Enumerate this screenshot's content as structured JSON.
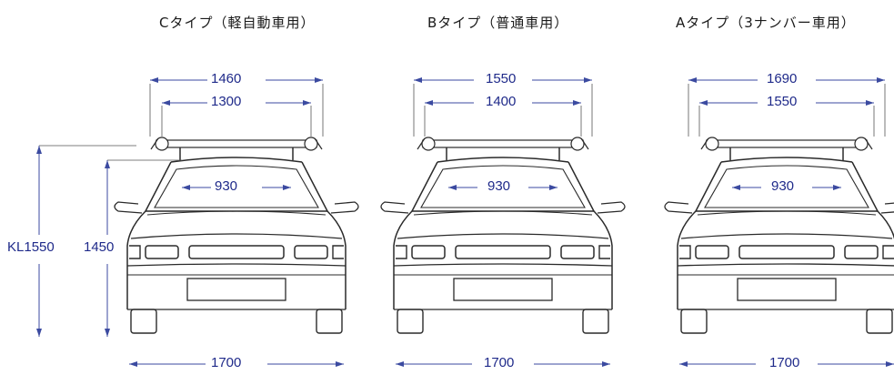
{
  "diagram": {
    "panels": [
      {
        "title": "Cタイプ（軽自動車用）",
        "width_outer": "1460",
        "width_inner": "1300",
        "bar_spacing": "930",
        "vehicle_width": "1700"
      },
      {
        "title": "Bタイプ（普通車用）",
        "width_outer": "1550",
        "width_inner": "1400",
        "bar_spacing": "930",
        "vehicle_width": "1700"
      },
      {
        "title": "Aタイプ（3ナンバー車用）",
        "width_outer": "1690",
        "width_inner": "1550",
        "bar_spacing": "930",
        "vehicle_width": "1700"
      }
    ],
    "height_labels": {
      "kl": "KL1550",
      "height": "1450"
    }
  },
  "colors": {
    "dimension_text": "#1f2a8a",
    "line": "#2a2a2a",
    "arrow": "#3b4aa0"
  }
}
